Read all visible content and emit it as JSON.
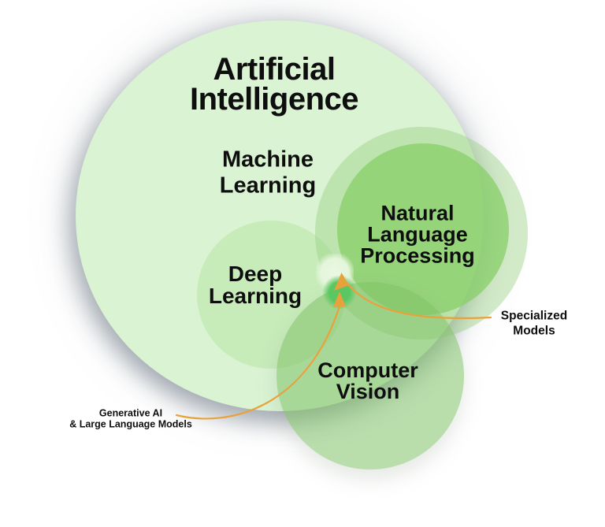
{
  "diagram": {
    "title": "Artificial\nIntelligence",
    "circles": {
      "machine_learning": {
        "label": "Machine\nLearning"
      },
      "deep_learning": {
        "label": "Deep\nLearning"
      },
      "natural_language_processing": {
        "label": "Natural\nLanguage\nProcessing"
      },
      "computer_vision": {
        "label": "Computer\nVision"
      }
    },
    "annotations": {
      "specialized_models": {
        "label": "Specialized\nModels"
      },
      "generative_ai": {
        "label": "Generative AI\n& Large Language Models"
      }
    },
    "colors": {
      "ai_circle_fill": "#d9f3d3",
      "deep_learning_fill": "#c7ecba",
      "nlp_fill": "#a0de89",
      "computer_vision_fill": "#b7dfa8",
      "highlight_white_dot": "#e9f8e2",
      "highlight_green_dot": "#5bc763",
      "arrow": "#e8a23c",
      "text": "#0e0e0e"
    }
  }
}
